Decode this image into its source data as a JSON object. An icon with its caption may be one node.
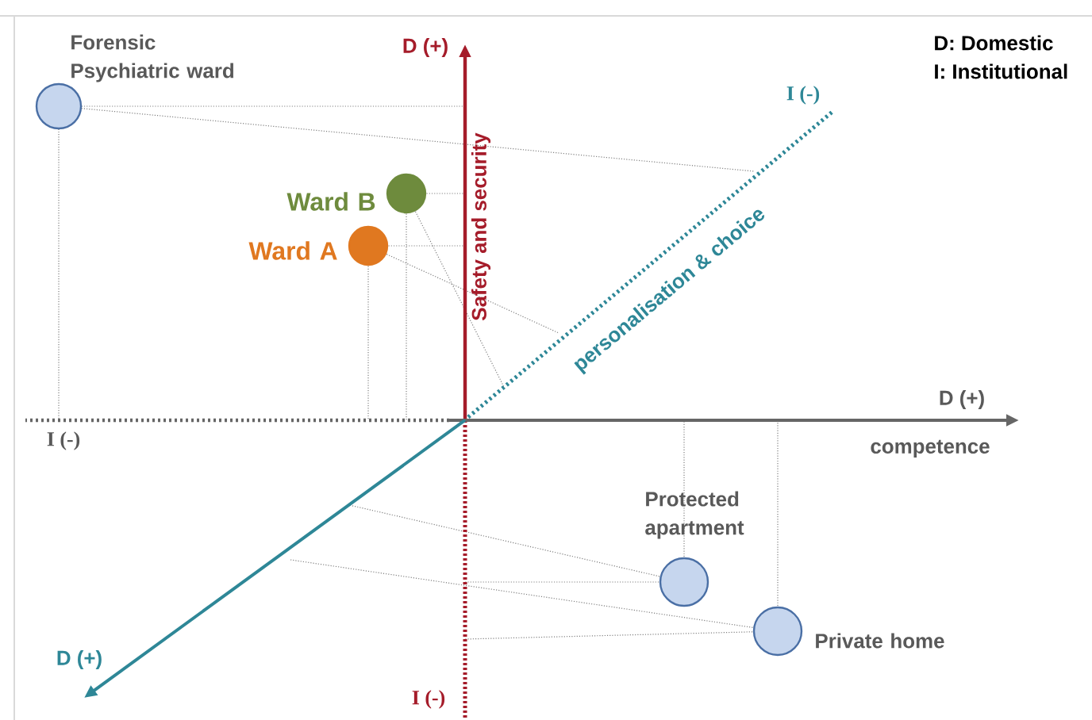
{
  "diagram": {
    "nodes": [
      {
        "text": [
          "Forensic Psychiatric ward"
        ]
      },
      {
        "text": [
          "Ward B"
        ]
      },
      {
        "text": [
          "Ward A"
        ]
      },
      {
        "text": [
          "Protected apartment"
        ]
      },
      {
        "text": [
          "Private home"
        ]
      }
    ],
    "labels": [
      "D: Domestic",
      "I: Institutional",
      "D (+)",
      "Safety and security",
      "I (-)",
      "personalisation & choice",
      "D (+)",
      "competence",
      "I (-)",
      "D (+)",
      "I (-)"
    ]
  }
}
